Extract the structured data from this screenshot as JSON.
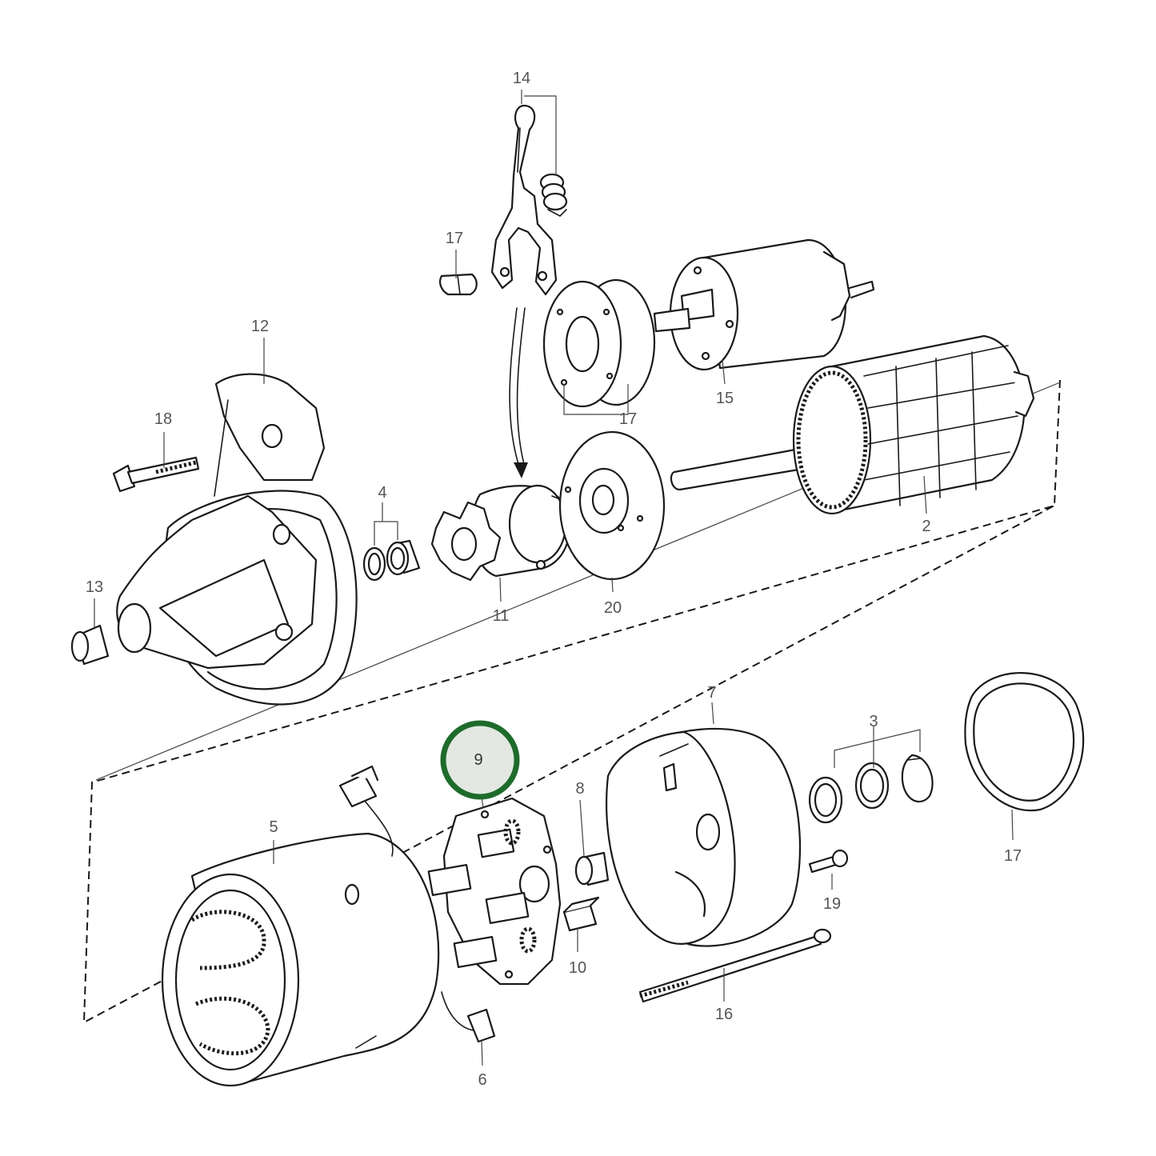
{
  "callouts": {
    "c14": "14",
    "c17_pin": "17",
    "c12": "12",
    "c18": "18",
    "c17_plate": "17",
    "c15": "15",
    "c4": "4",
    "c2": "2",
    "c13": "13",
    "c11": "11",
    "c20": "20",
    "c7": "7",
    "c3": "3",
    "c9": "9",
    "c8": "8",
    "c5": "5",
    "c17_ring": "17",
    "c10": "10",
    "c19": "19",
    "c16": "16",
    "c6": "6"
  },
  "highlight": {
    "color": "#1e6b2c",
    "fill": "#e3e8e3",
    "target": "9"
  }
}
